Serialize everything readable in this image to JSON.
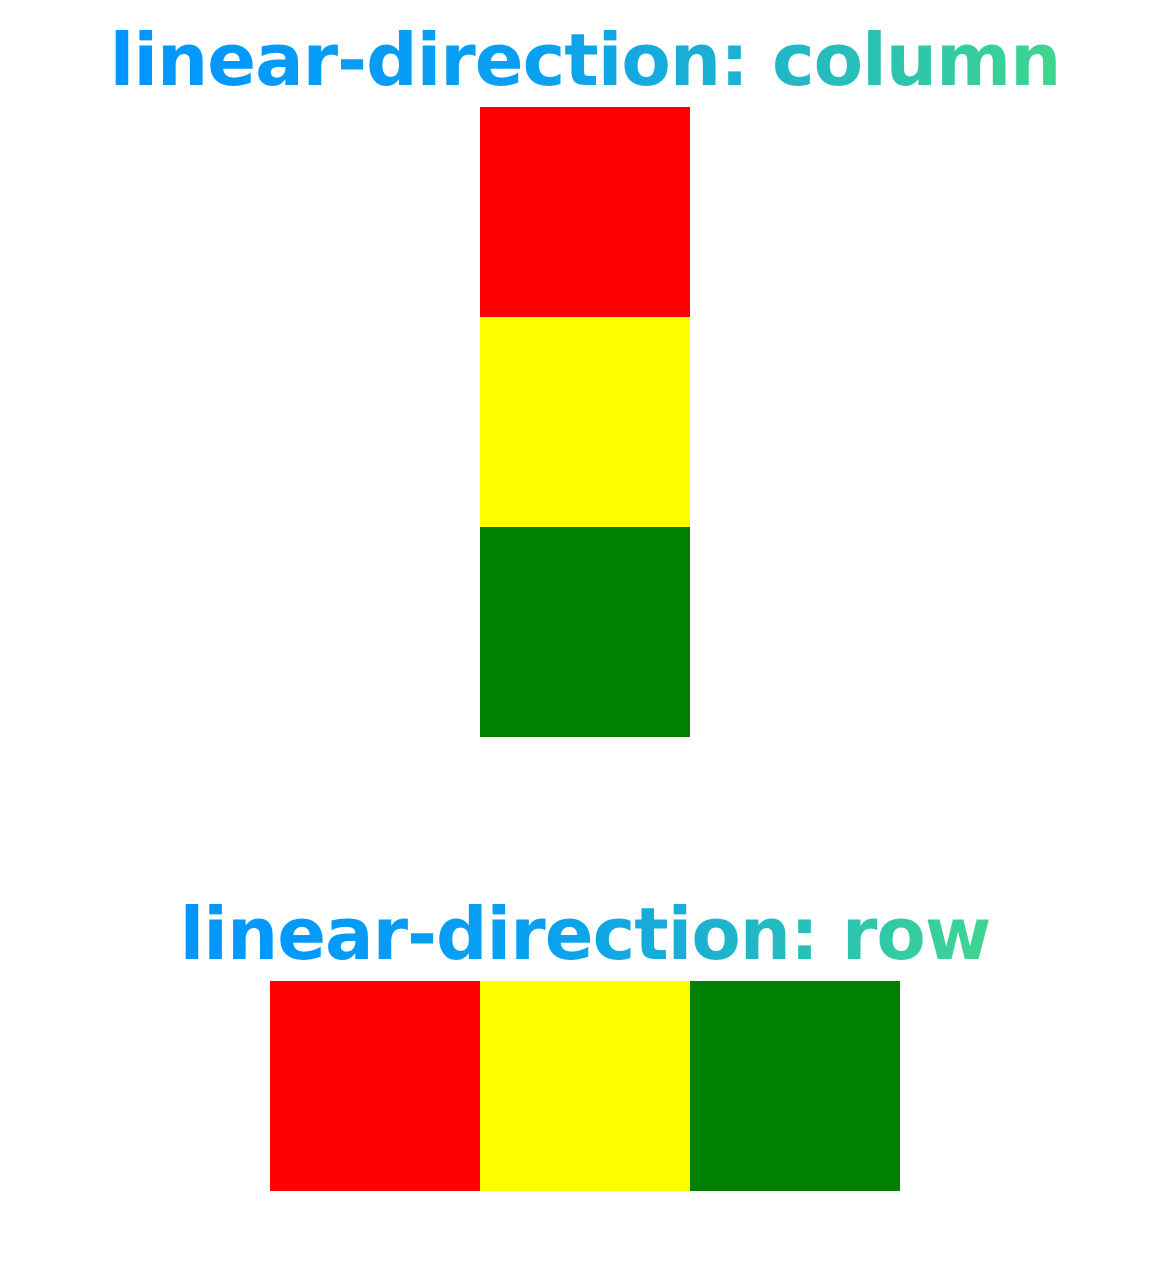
{
  "sections": [
    {
      "title": "linear-direction: column",
      "direction": "column",
      "boxes": [
        {
          "color": "#ff0000"
        },
        {
          "color": "#ffff00"
        },
        {
          "color": "#008000"
        }
      ]
    },
    {
      "title": "linear-direction: row",
      "direction": "row",
      "boxes": [
        {
          "color": "#ff0000"
        },
        {
          "color": "#ffff00"
        },
        {
          "color": "#008000"
        }
      ]
    }
  ],
  "colors": {
    "gradient_start": "#0096ff",
    "gradient_end": "#3fd68e",
    "background": "#ffffff"
  }
}
